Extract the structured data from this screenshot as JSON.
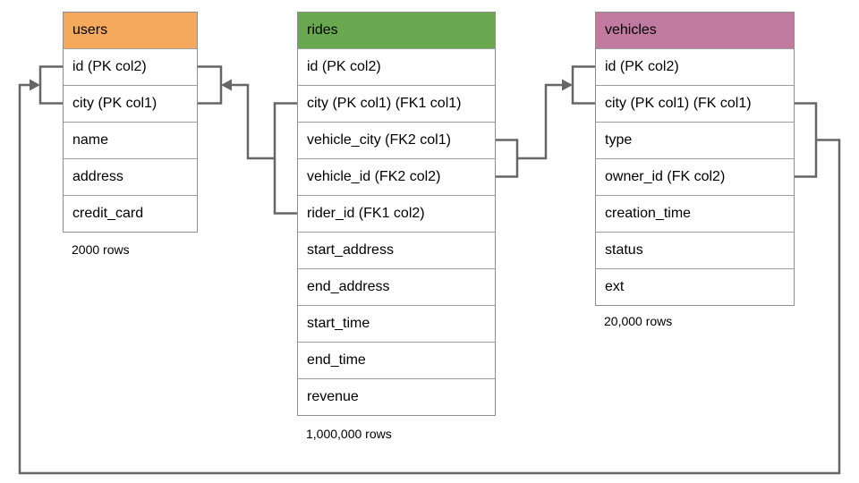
{
  "diagram_title": "rides-schema-er-diagram",
  "connector_color": "#666666",
  "table_border_color": "#9e9e9e",
  "tables": [
    {
      "name": "users",
      "header_color": "#F5A95C",
      "columns": [
        "id (PK col2)",
        "city (PK col1)",
        "name",
        "address",
        "credit_card"
      ],
      "rows_label": "2000 rows"
    },
    {
      "name": "rides",
      "header_color": "#6AA84F",
      "columns": [
        "id (PK col2)",
        "city (PK col1) (FK1 col1)",
        "vehicle_city (FK2 col1)",
        "vehicle_id (FK2 col2)",
        "rider_id (FK1 col2)",
        "start_address",
        "end_address",
        "start_time",
        "end_time",
        "revenue"
      ],
      "rows_label": "1,000,000 rows"
    },
    {
      "name": "vehicles",
      "header_color": "#C27BA0",
      "columns": [
        "id (PK col2)",
        "city (PK col1) (FK col1)",
        "type",
        "owner_id (FK col2)",
        "creation_time",
        "status",
        "ext"
      ],
      "rows_label": "20,000 rows"
    }
  ],
  "relationships": [
    {
      "from_table": "rides",
      "from_columns": [
        "city (PK col1) (FK1 col1)",
        "rider_id (FK1 col2)"
      ],
      "to_table": "users",
      "to_columns": [
        "id (PK col2)",
        "city (PK col1)"
      ]
    },
    {
      "from_table": "rides",
      "from_columns": [
        "vehicle_city (FK2 col1)",
        "vehicle_id (FK2 col2)"
      ],
      "to_table": "vehicles",
      "to_columns": [
        "id (PK col2)",
        "city (PK col1) (FK col1)"
      ]
    },
    {
      "from_table": "vehicles",
      "from_columns": [
        "city (PK col1) (FK col1)",
        "owner_id (FK col2)"
      ],
      "to_table": "users",
      "to_columns": [
        "id (PK col2)",
        "city (PK col1)"
      ]
    }
  ]
}
